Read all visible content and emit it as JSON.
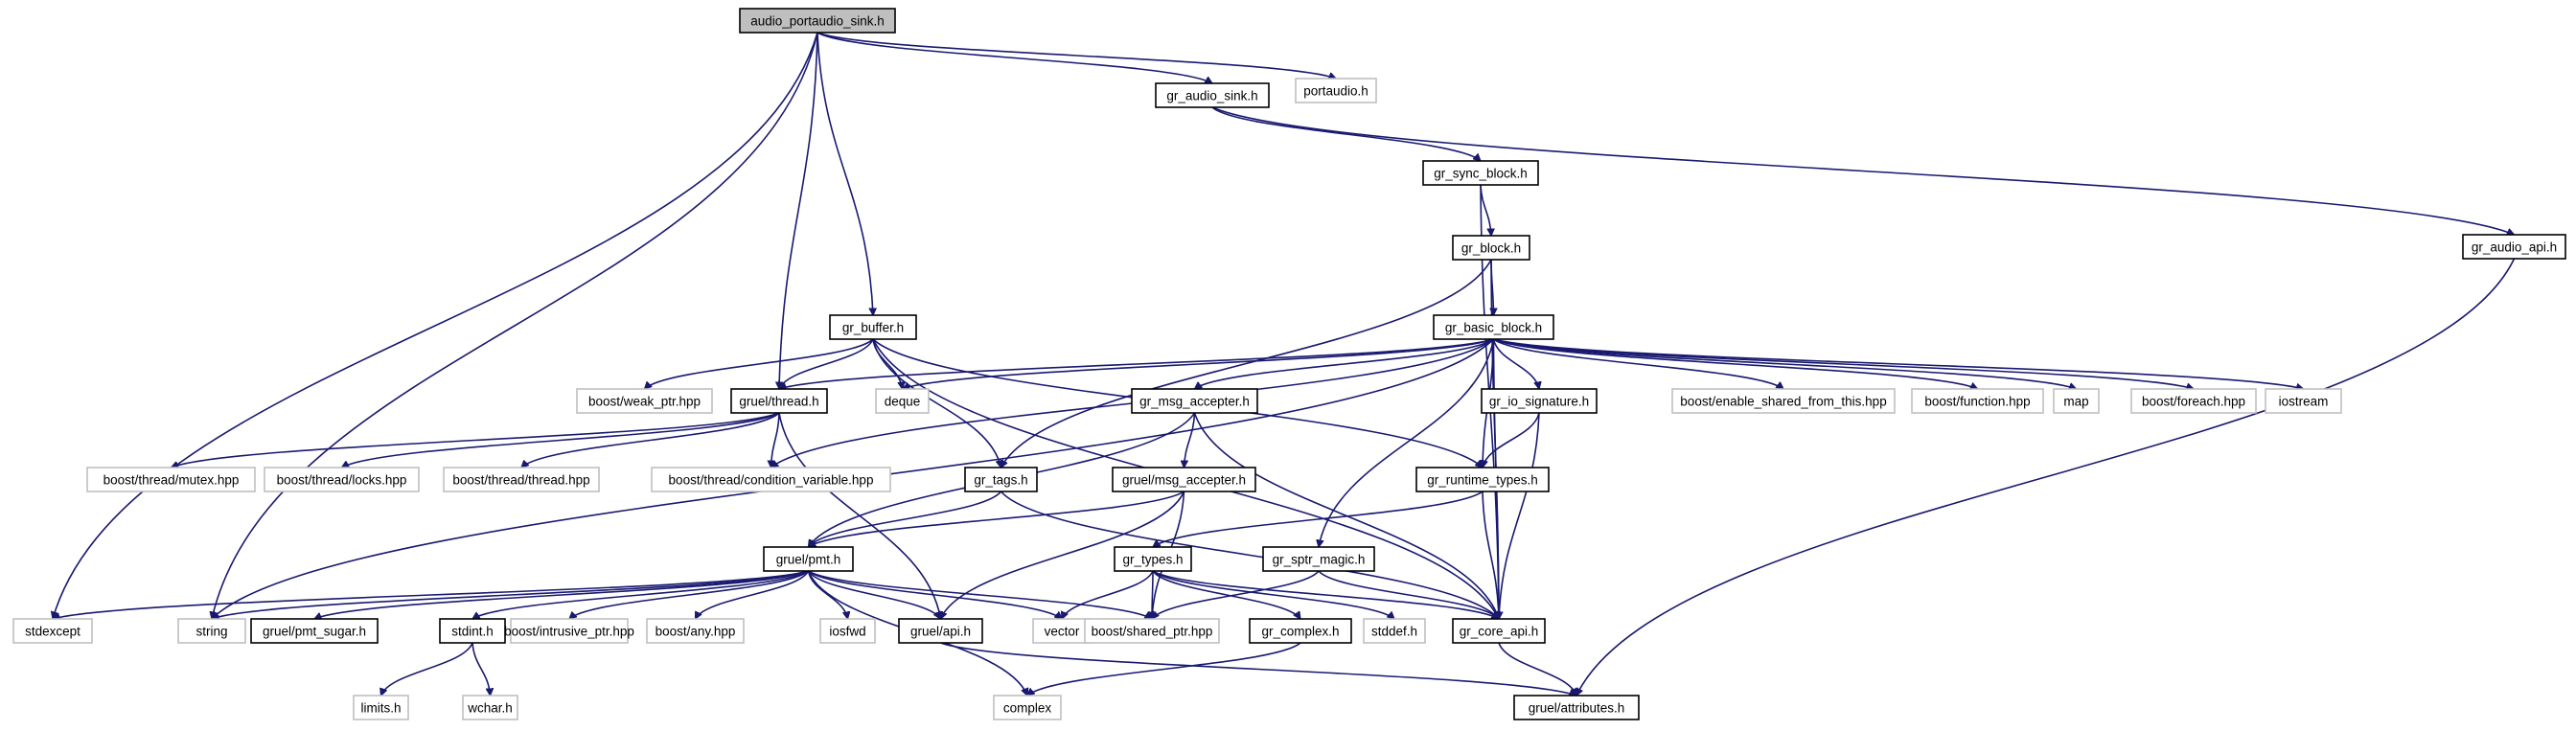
{
  "colors": {
    "edge": "#191970",
    "root_fill": "#bfbfbf",
    "strong_border": "#000000",
    "weak_border": "#bfbfbf"
  },
  "nodes": [
    {
      "id": "audio_portaudio_sink",
      "label": "audio_portaudio_sink.h",
      "kind": "root"
    },
    {
      "id": "portaudio",
      "label": "portaudio.h",
      "kind": "weak"
    },
    {
      "id": "gr_audio_sink",
      "label": "gr_audio_sink.h",
      "kind": "strong"
    },
    {
      "id": "gr_sync_block",
      "label": "gr_sync_block.h",
      "kind": "strong"
    },
    {
      "id": "gr_audio_api",
      "label": "gr_audio_api.h",
      "kind": "strong"
    },
    {
      "id": "gr_block",
      "label": "gr_block.h",
      "kind": "strong"
    },
    {
      "id": "gr_buffer",
      "label": "gr_buffer.h",
      "kind": "strong"
    },
    {
      "id": "gr_basic_block",
      "label": "gr_basic_block.h",
      "kind": "strong"
    },
    {
      "id": "boost_weak_ptr",
      "label": "boost/weak_ptr.hpp",
      "kind": "weak"
    },
    {
      "id": "gruel_thread",
      "label": "gruel/thread.h",
      "kind": "strong"
    },
    {
      "id": "deque",
      "label": "deque",
      "kind": "weak"
    },
    {
      "id": "gr_msg_accepter",
      "label": "gr_msg_accepter.h",
      "kind": "strong"
    },
    {
      "id": "gr_io_signature",
      "label": "gr_io_signature.h",
      "kind": "strong"
    },
    {
      "id": "boost_enable_shared",
      "label": "boost/enable_shared_from_this.hpp",
      "kind": "weak"
    },
    {
      "id": "boost_function",
      "label": "boost/function.hpp",
      "kind": "weak"
    },
    {
      "id": "map",
      "label": "map",
      "kind": "weak"
    },
    {
      "id": "boost_foreach",
      "label": "boost/foreach.hpp",
      "kind": "weak"
    },
    {
      "id": "iostream",
      "label": "iostream",
      "kind": "weak"
    },
    {
      "id": "boost_thread_mutex",
      "label": "boost/thread/mutex.hpp",
      "kind": "weak"
    },
    {
      "id": "boost_thread_locks",
      "label": "boost/thread/locks.hpp",
      "kind": "weak"
    },
    {
      "id": "boost_thread_thread",
      "label": "boost/thread/thread.hpp",
      "kind": "weak"
    },
    {
      "id": "boost_thread_condvar",
      "label": "boost/thread/condition_variable.hpp",
      "kind": "weak"
    },
    {
      "id": "gr_tags",
      "label": "gr_tags.h",
      "kind": "strong"
    },
    {
      "id": "gruel_msg_accepter",
      "label": "gruel/msg_accepter.h",
      "kind": "strong"
    },
    {
      "id": "gr_runtime_types",
      "label": "gr_runtime_types.h",
      "kind": "strong"
    },
    {
      "id": "gruel_pmt",
      "label": "gruel/pmt.h",
      "kind": "strong"
    },
    {
      "id": "gr_types",
      "label": "gr_types.h",
      "kind": "strong"
    },
    {
      "id": "gr_sptr_magic",
      "label": "gr_sptr_magic.h",
      "kind": "strong"
    },
    {
      "id": "stdexcept",
      "label": "stdexcept",
      "kind": "weak"
    },
    {
      "id": "string",
      "label": "string",
      "kind": "weak"
    },
    {
      "id": "gruel_pmt_sugar",
      "label": "gruel/pmt_sugar.h",
      "kind": "strong"
    },
    {
      "id": "stdint",
      "label": "stdint.h",
      "kind": "strong"
    },
    {
      "id": "boost_intrusive_ptr",
      "label": "boost/intrusive_ptr.hpp",
      "kind": "weak"
    },
    {
      "id": "boost_any",
      "label": "boost/any.hpp",
      "kind": "weak"
    },
    {
      "id": "iosfwd",
      "label": "iosfwd",
      "kind": "weak"
    },
    {
      "id": "gruel_api",
      "label": "gruel/api.h",
      "kind": "strong"
    },
    {
      "id": "vector",
      "label": "vector",
      "kind": "weak"
    },
    {
      "id": "boost_shared_ptr",
      "label": "boost/shared_ptr.hpp",
      "kind": "weak"
    },
    {
      "id": "gr_complex",
      "label": "gr_complex.h",
      "kind": "strong"
    },
    {
      "id": "stddef",
      "label": "stddef.h",
      "kind": "weak"
    },
    {
      "id": "gr_core_api",
      "label": "gr_core_api.h",
      "kind": "strong"
    },
    {
      "id": "limits",
      "label": "limits.h",
      "kind": "weak"
    },
    {
      "id": "wchar",
      "label": "wchar.h",
      "kind": "weak"
    },
    {
      "id": "complex",
      "label": "complex",
      "kind": "weak"
    },
    {
      "id": "gruel_attributes",
      "label": "gruel/attributes.h",
      "kind": "strong"
    }
  ],
  "edges": [
    [
      "audio_portaudio_sink",
      "portaudio"
    ],
    [
      "audio_portaudio_sink",
      "gr_audio_sink"
    ],
    [
      "audio_portaudio_sink",
      "gr_buffer"
    ],
    [
      "audio_portaudio_sink",
      "gruel_thread"
    ],
    [
      "audio_portaudio_sink",
      "string"
    ],
    [
      "audio_portaudio_sink",
      "stdexcept"
    ],
    [
      "gr_audio_sink",
      "gr_sync_block"
    ],
    [
      "gr_audio_sink",
      "gr_audio_api"
    ],
    [
      "gr_sync_block",
      "gr_block"
    ],
    [
      "gr_sync_block",
      "gr_core_api"
    ],
    [
      "gr_audio_api",
      "gruel_attributes"
    ],
    [
      "gr_block",
      "gr_basic_block"
    ],
    [
      "gr_block",
      "gr_tags"
    ],
    [
      "gr_block",
      "gr_core_api"
    ],
    [
      "gr_buffer",
      "boost_weak_ptr"
    ],
    [
      "gr_buffer",
      "gruel_thread"
    ],
    [
      "gr_buffer",
      "deque"
    ],
    [
      "gr_buffer",
      "gr_tags"
    ],
    [
      "gr_buffer",
      "gr_runtime_types"
    ],
    [
      "gr_buffer",
      "gr_core_api"
    ],
    [
      "gr_basic_block",
      "gruel_thread"
    ],
    [
      "gr_basic_block",
      "deque"
    ],
    [
      "gr_basic_block",
      "boost_thread_condvar"
    ],
    [
      "gr_basic_block",
      "gr_msg_accepter"
    ],
    [
      "gr_basic_block",
      "gr_io_signature"
    ],
    [
      "gr_basic_block",
      "boost_enable_shared"
    ],
    [
      "gr_basic_block",
      "boost_function"
    ],
    [
      "gr_basic_block",
      "map"
    ],
    [
      "gr_basic_block",
      "boost_foreach"
    ],
    [
      "gr_basic_block",
      "iostream"
    ],
    [
      "gr_basic_block",
      "gr_runtime_types"
    ],
    [
      "gr_basic_block",
      "gr_sptr_magic"
    ],
    [
      "gr_basic_block",
      "gr_core_api"
    ],
    [
      "gr_basic_block",
      "string"
    ],
    [
      "gruel_thread",
      "boost_thread_mutex"
    ],
    [
      "gruel_thread",
      "boost_thread_locks"
    ],
    [
      "gruel_thread",
      "boost_thread_thread"
    ],
    [
      "gruel_thread",
      "boost_thread_condvar"
    ],
    [
      "gruel_thread",
      "gruel_api"
    ],
    [
      "gr_msg_accepter",
      "gruel_msg_accepter"
    ],
    [
      "gr_msg_accepter",
      "gruel_pmt"
    ],
    [
      "gr_msg_accepter",
      "gr_core_api"
    ],
    [
      "gr_io_signature",
      "gr_runtime_types"
    ],
    [
      "gr_io_signature",
      "gr_core_api"
    ],
    [
      "gr_tags",
      "gruel_pmt"
    ],
    [
      "gr_tags",
      "gr_core_api"
    ],
    [
      "gruel_msg_accepter",
      "gruel_pmt"
    ],
    [
      "gruel_msg_accepter",
      "gruel_api"
    ],
    [
      "gruel_msg_accepter",
      "boost_shared_ptr"
    ],
    [
      "gr_runtime_types",
      "gr_types"
    ],
    [
      "gr_runtime_types",
      "gr_core_api"
    ],
    [
      "gruel_pmt",
      "stdexcept"
    ],
    [
      "gruel_pmt",
      "string"
    ],
    [
      "gruel_pmt",
      "gruel_pmt_sugar"
    ],
    [
      "gruel_pmt",
      "stdint"
    ],
    [
      "gruel_pmt",
      "boost_intrusive_ptr"
    ],
    [
      "gruel_pmt",
      "boost_any"
    ],
    [
      "gruel_pmt",
      "iosfwd"
    ],
    [
      "gruel_pmt",
      "gruel_api"
    ],
    [
      "gruel_pmt",
      "vector"
    ],
    [
      "gruel_pmt",
      "boost_shared_ptr"
    ],
    [
      "gruel_pmt",
      "complex"
    ],
    [
      "gr_types",
      "vector"
    ],
    [
      "gr_types",
      "boost_shared_ptr"
    ],
    [
      "gr_types",
      "gr_complex"
    ],
    [
      "gr_types",
      "stddef"
    ],
    [
      "gr_types",
      "gr_core_api"
    ],
    [
      "gr_sptr_magic",
      "boost_shared_ptr"
    ],
    [
      "gr_sptr_magic",
      "gr_core_api"
    ],
    [
      "stdint",
      "limits"
    ],
    [
      "stdint",
      "wchar"
    ],
    [
      "gruel_api",
      "gruel_attributes"
    ],
    [
      "gr_complex",
      "complex"
    ],
    [
      "gr_core_api",
      "gruel_attributes"
    ]
  ]
}
